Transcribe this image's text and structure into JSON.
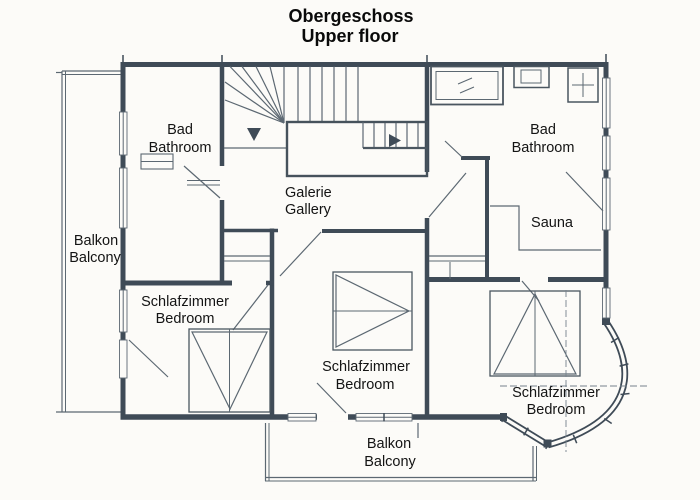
{
  "title": {
    "de": "Obergeschoss",
    "en": "Upper floor"
  },
  "rooms": [
    {
      "id": "bathroom-left",
      "de": "Bad",
      "en": "Bathroom"
    },
    {
      "id": "bathroom-right",
      "de": "Bad",
      "en": "Bathroom"
    },
    {
      "id": "gallery",
      "de": "Galerie",
      "en": "Gallery"
    },
    {
      "id": "sauna",
      "de": "Sauna",
      "en": ""
    },
    {
      "id": "balcony-left",
      "de": "Balkon",
      "en": "Balcony"
    },
    {
      "id": "bedroom-left",
      "de": "Schlafzimmer",
      "en": "Bedroom"
    },
    {
      "id": "bedroom-center",
      "de": "Schlafzimmer",
      "en": "Bedroom"
    },
    {
      "id": "bedroom-right",
      "de": "Schlafzimmer",
      "en": "Bedroom"
    },
    {
      "id": "balcony-bottom",
      "de": "Balkon",
      "en": "Balcony"
    }
  ],
  "colors": {
    "wall": "#3f4b57",
    "line": "#5c6872",
    "text": "#141414",
    "paper": "#fcfbf8"
  }
}
